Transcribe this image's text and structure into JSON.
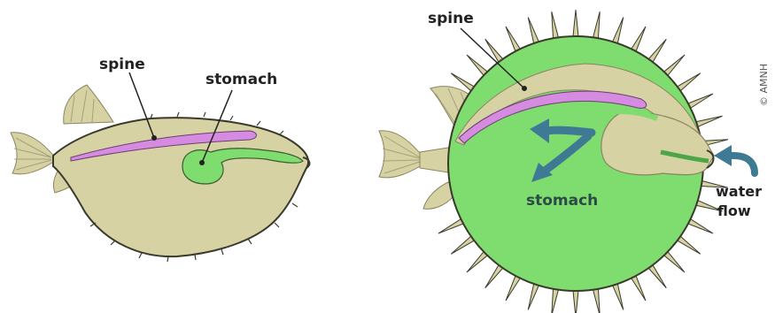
{
  "labels": {
    "left_spine": "spine",
    "left_stomach": "stomach",
    "right_spine": "spine",
    "right_stomach": "stomach",
    "water": "water",
    "flow": "flow",
    "credit": "© AMNH"
  },
  "colors": {
    "body": "#d6d2a4",
    "outline": "#3a3a2c",
    "stomach": "#7fdc6e",
    "spine": "#d58be0",
    "arrow": "#3f7a95"
  }
}
